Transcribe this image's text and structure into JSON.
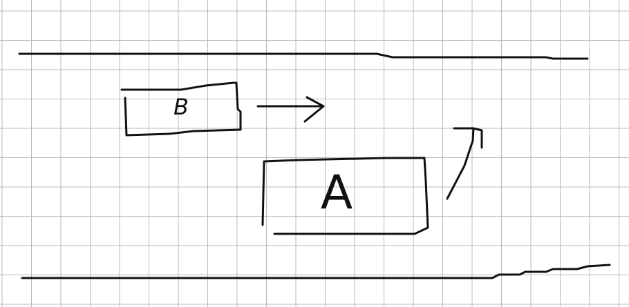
{
  "paper": {
    "background": "#ffffff",
    "grid_color": "#b9b9b9",
    "ink_color": "#111111"
  },
  "diagram": {
    "boxes": [
      {
        "id": "box-b",
        "label": "B"
      },
      {
        "id": "box-a",
        "label": "A"
      }
    ],
    "arrows": [
      {
        "id": "arrow-right",
        "direction": "right",
        "from": "B"
      },
      {
        "id": "arrow-up-right",
        "direction": "up-right",
        "from": "A"
      }
    ],
    "boundaries": [
      {
        "id": "top-boundary-line"
      },
      {
        "id": "bottom-boundary-line"
      }
    ]
  }
}
